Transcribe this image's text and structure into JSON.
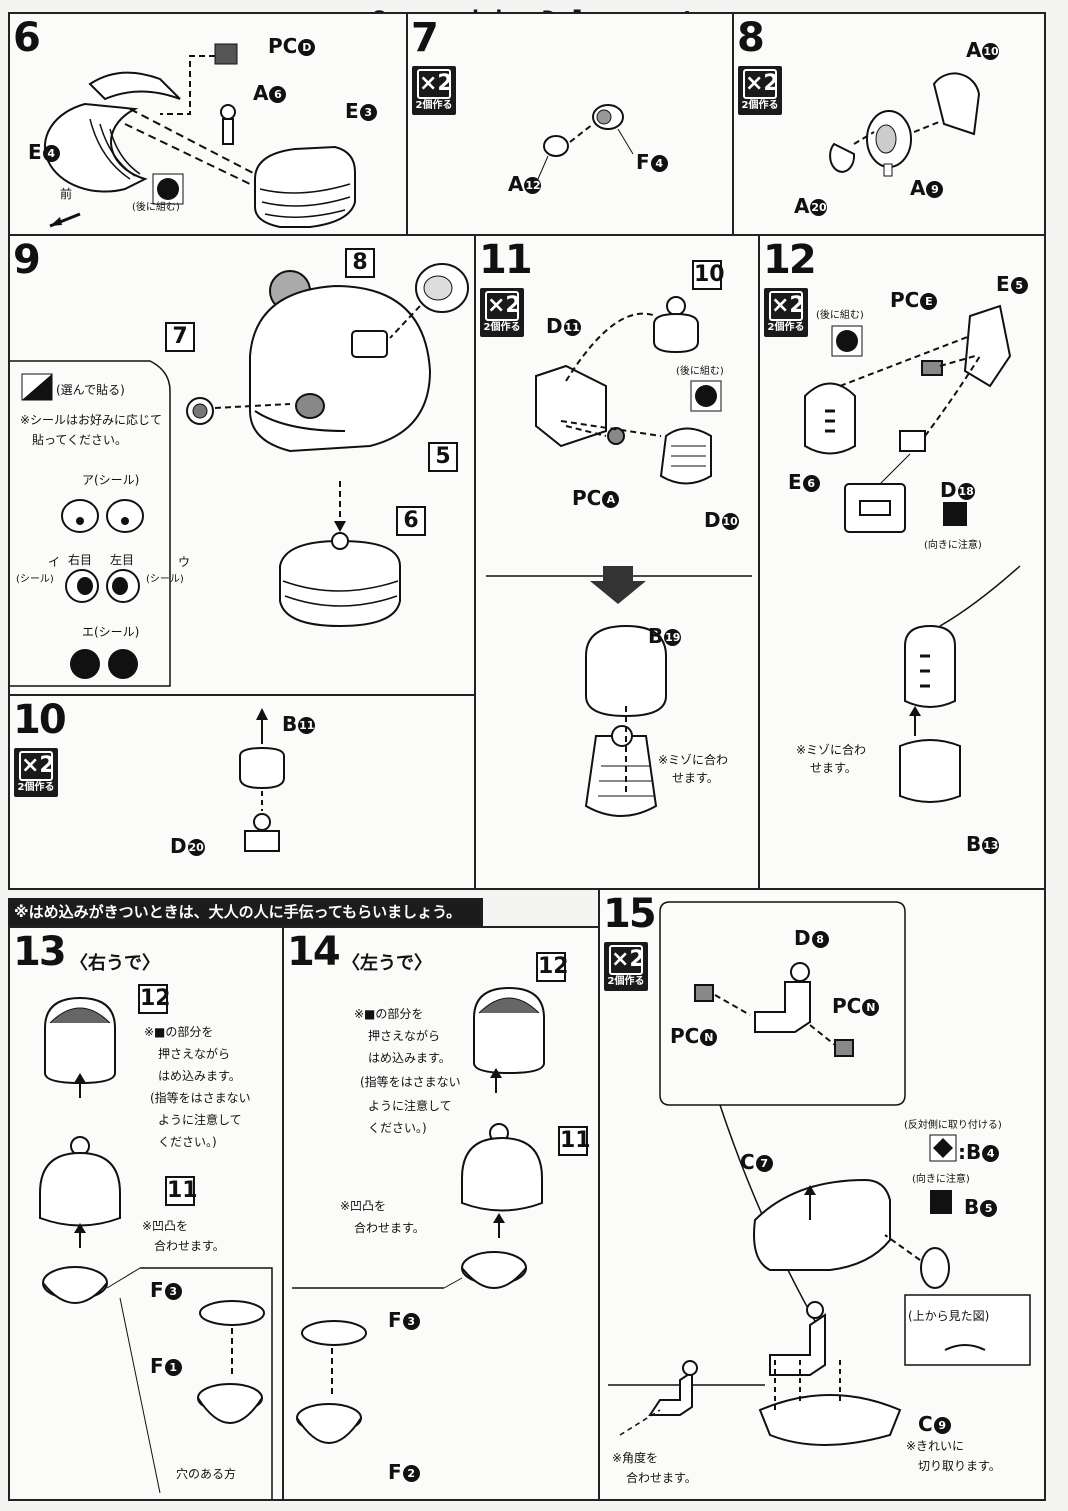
{
  "header": {
    "watermark": "Scanned by Dalong.net"
  },
  "common": {
    "x2": "×2",
    "make_two": "2個作る"
  },
  "step6": {
    "num": "6",
    "labels": {
      "pcd": "PC",
      "pcd_c": "D",
      "a6": "A",
      "a6_c": "6",
      "e3": "E",
      "e3_c": "3",
      "e4": "E",
      "e4_c": "4"
    },
    "later_note": "(後に組む)",
    "front": "前"
  },
  "step7": {
    "num": "7",
    "a12": "A",
    "a12_c": "12",
    "f4": "F",
    "f4_c": "4"
  },
  "step8": {
    "num": "8",
    "a10": "A",
    "a10_c": "10",
    "a9": "A",
    "a9_c": "9",
    "a20": "A",
    "a20_c": "20"
  },
  "step9": {
    "num": "9",
    "box8": "8",
    "box7": "7",
    "box5": "5",
    "box6": "6",
    "choose": "(選んで貼る)",
    "seal_note_1": "※シールはお好みに応じて",
    "seal_note_2": "貼ってください。",
    "seal_a": "ア(シール)",
    "seal_i": "イ",
    "right_eye": "右目",
    "left_eye": "左目",
    "seal_u": "ウ",
    "seal_text": "(シール)",
    "seal_e": "エ(シール)"
  },
  "step10": {
    "num": "10",
    "b11": "B",
    "b11_c": "11",
    "d20": "D",
    "d20_c": "20"
  },
  "step11": {
    "num": "11",
    "d11": "D",
    "d11_c": "11",
    "box10": "10",
    "later_note": "(後に組む)",
    "pca": "PC",
    "pca_c": "A",
    "d10": "D",
    "d10_c": "10",
    "b19": "B",
    "b19_c": "19",
    "groove_1": "※ミゾに合わ",
    "groove_2": "せます。"
  },
  "step12": {
    "num": "12",
    "pce": "PC",
    "pce_c": "E",
    "e5": "E",
    "e5_c": "5",
    "later_note": "(後に組む)",
    "e6": "E",
    "e6_c": "6",
    "d18": "D",
    "d18_c": "18",
    "direction_note": "(向きに注意)",
    "groove_1": "※ミゾに合わ",
    "groove_2": "せます。",
    "b13": "B",
    "b13_c": "13"
  },
  "banner": "※はめ込みがきついときは、大人の人に手伝ってもらいましょう。",
  "step13": {
    "num": "13",
    "title": "〈右うで〉",
    "box12": "12",
    "box11": "11",
    "note_1": "※■の部分を",
    "note_2": "押さえながら",
    "note_3": "はめ込みます。",
    "note_4": "(指等をはさまない",
    "note_5": "ように注意して",
    "note_6": "ください。)",
    "align_1": "※凹凸を",
    "align_2": "合わせます。",
    "f3": "F",
    "f3_c": "3",
    "f1": "F",
    "f1_c": "1",
    "hole_side": "穴のある方"
  },
  "step14": {
    "num": "14",
    "title": "〈左うで〉",
    "box12": "12",
    "box11": "11",
    "note_1": "※■の部分を",
    "note_2": "押さえながら",
    "note_3": "はめ込みます。",
    "note_4": "(指等をはさまない",
    "note_5": "ように注意して",
    "note_6": "ください。)",
    "align_1": "※凹凸を",
    "align_2": "合わせます。",
    "f3": "F",
    "f3_c": "3",
    "f2": "F",
    "f2_c": "2"
  },
  "step15": {
    "num": "15",
    "d8": "D",
    "d8_c": "8",
    "pcn": "PC",
    "pcn_c": "N",
    "c7": "C",
    "c7_c": "7",
    "opposite": "(反対側に取り付ける)",
    "b4": ":B",
    "b4_c": "4",
    "direction_note": "(向きに注意)",
    "b5": "B",
    "b5_c": "5",
    "top_view": "(上から見た図)",
    "c9": "C",
    "c9_c": "9",
    "cut_1": "※きれいに",
    "cut_2": "切り取ります。",
    "angle_1": "※角度を",
    "angle_2": "合わせます。"
  }
}
